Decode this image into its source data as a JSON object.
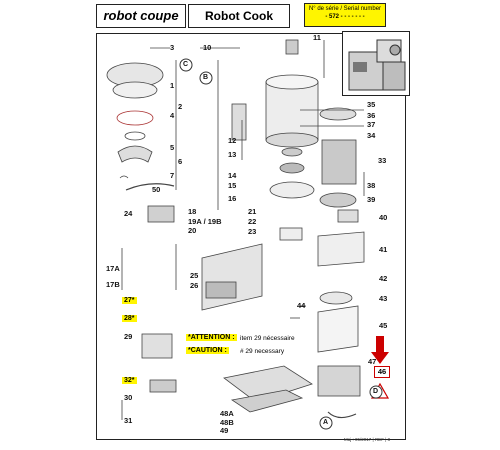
{
  "header": {
    "brand": "robot coupe",
    "title": "Robot Cook",
    "serial_label": "N° de série / Serial number",
    "serial_value": "- 572 - - - - -   - -"
  },
  "labels": [
    "3",
    "10",
    "11",
    "C",
    "B",
    "1",
    "2",
    "4",
    "5",
    "6",
    "7",
    "50",
    "12",
    "13",
    "14",
    "15",
    "16",
    "35",
    "36",
    "37",
    "34",
    "33",
    "38",
    "39",
    "40",
    "41",
    "42",
    "43",
    "44",
    "45",
    "47",
    "46",
    "24",
    "18",
    "19A / 19B",
    "20",
    "21",
    "22",
    "23",
    "25",
    "26",
    "17A",
    "17B",
    "27*",
    "28*",
    "29",
    "32*",
    "30",
    "31",
    "48A",
    "48B",
    "49",
    "A",
    "D"
  ],
  "attention": {
    "tag_fr": "*ATTENTION :",
    "text_fr": "item 29 nécessaire",
    "tag_en": "*CAUTION :",
    "text_en": "# 29 necessary"
  },
  "highlighted_item": "46",
  "footer": "Maj : 05/2017  |  REF  |  8",
  "colors": {
    "highlight_yellow": "#fff500",
    "arrow_red": "#cc0000"
  }
}
